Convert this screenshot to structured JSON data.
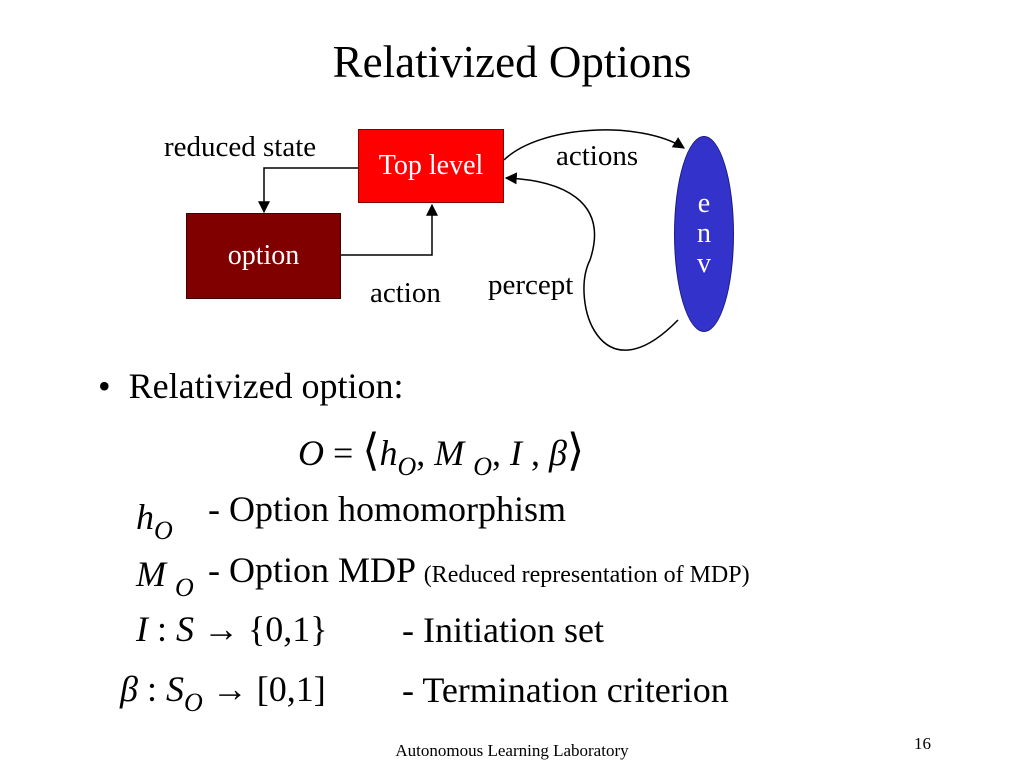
{
  "slide": {
    "title": "Relativized Options",
    "footer": "Autonomous Learning Laboratory",
    "page_number": "16"
  },
  "diagram": {
    "top_level_label": "Top level",
    "option_label": "option",
    "env_letters": [
      "e",
      "n",
      "v"
    ],
    "reduced_state_label": "reduced state",
    "actions_label": "actions",
    "action_label": "action",
    "percept_label": "percept"
  },
  "content": {
    "bullet_text": "Relativized option:",
    "definitions": [
      {
        "text": "- Option homomorphism",
        "note": ""
      },
      {
        "text": "- Option MDP",
        "note": "(Reduced representation of MDP)"
      },
      {
        "text": "- Initiation set",
        "note": ""
      },
      {
        "text": "- Termination criterion",
        "note": ""
      }
    ]
  }
}
